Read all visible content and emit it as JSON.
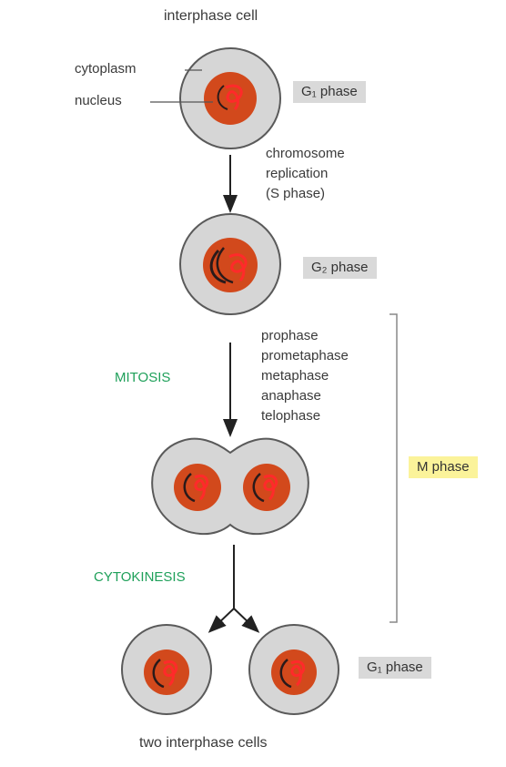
{
  "top_title": "interphase cell",
  "labels": {
    "cytoplasm": "cytoplasm",
    "nucleus": "nucleus"
  },
  "phases": {
    "g1_top": "G₁ phase",
    "g2": "G₂ phase",
    "m_phase": "M phase",
    "g1_bottom": "G₁ phase"
  },
  "replication": [
    "chromosome",
    "replication",
    "(S phase)"
  ],
  "mitosis_label": "MITOSIS",
  "mitosis_stages": [
    "prophase",
    "prometaphase",
    "metaphase",
    "anaphase",
    "telophase"
  ],
  "cytokinesis_label": "CYTOKINESIS",
  "bottom_title": "two interphase cells",
  "colors": {
    "cell_fill": "#d6d6d6",
    "cell_stroke": "#5a5a5a",
    "nucleus_fill": "#d2491c",
    "chromosome_red": "#ff2a2a",
    "chromosome_dark": "#2a1a1a",
    "process_label": "#1fa05a",
    "m_phase_box": "#fbf39a",
    "phase_box": "#d9d9d9"
  }
}
